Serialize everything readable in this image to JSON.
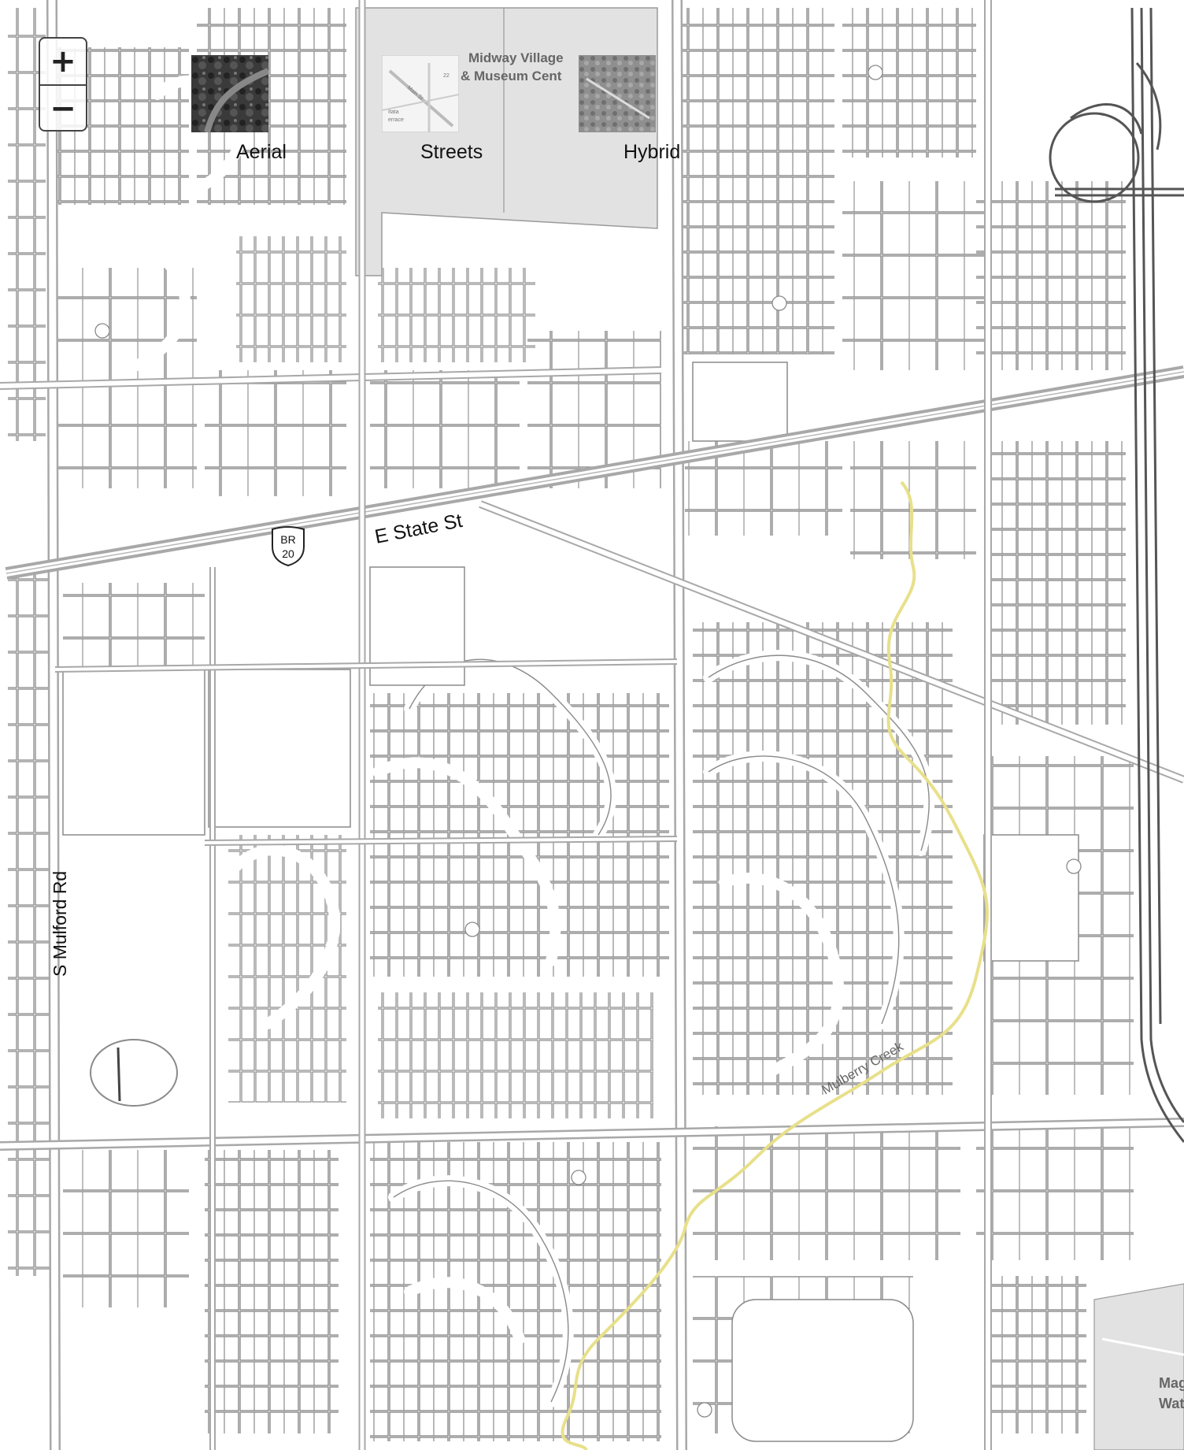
{
  "zoom": {
    "in_symbol": "+",
    "out_symbol": "−"
  },
  "basemaps": [
    {
      "label": "Aerial",
      "icon": "aerial-thumbnail-icon"
    },
    {
      "label": "Streets",
      "icon": "streets-thumbnail-icon"
    },
    {
      "label": "Hybrid",
      "icon": "hybrid-thumbnail-icon"
    }
  ],
  "poi": {
    "name_line1": "Midway Village",
    "name_line2": "& Museum Cent",
    "corner_line1": "Mag",
    "corner_line2": "Wate"
  },
  "roads": {
    "state_st": "E State St",
    "mulford": "S Mulford Rd",
    "creek": "Mulberry Creek",
    "shield": "BR 20",
    "shield_line1": "BR",
    "shield_line2": "20"
  },
  "thumb_streets_text": {
    "a": "Main St",
    "b": "22",
    "c": "Itata",
    "d": "errace"
  },
  "colors": {
    "road_casing": "#a8a8a8",
    "parcel_line": "#808080",
    "creek": "#e8e08a",
    "parcel_fill": "#e2e2e2"
  }
}
